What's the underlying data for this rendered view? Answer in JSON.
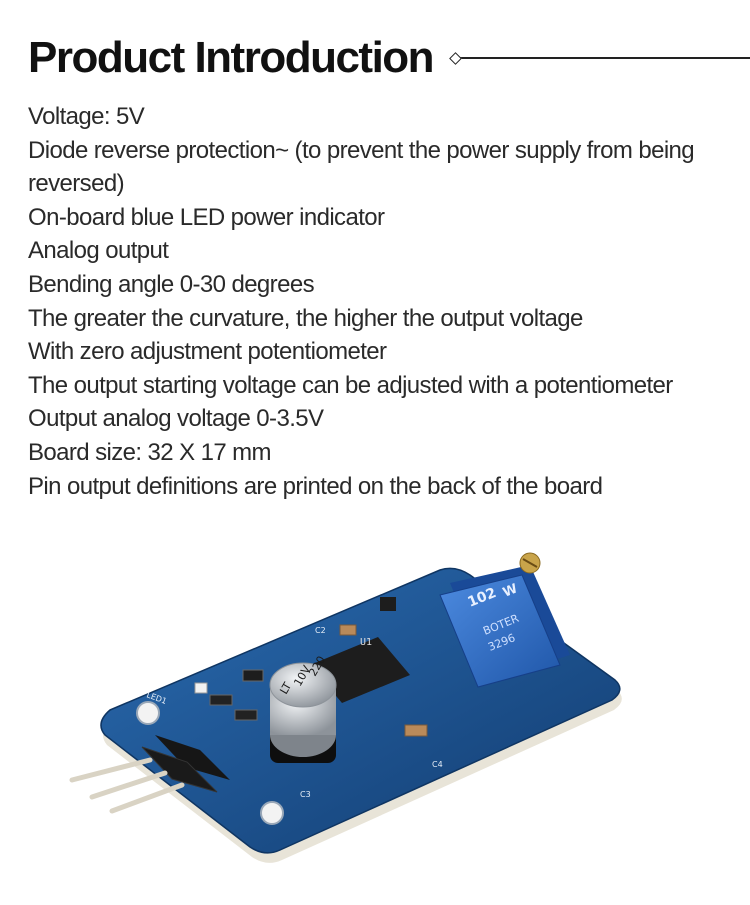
{
  "header": {
    "title": "Product Introduction"
  },
  "specs": [
    "Voltage: 5V",
    "Diode reverse protection~ (to prevent the power supply from being reversed)",
    "On-board blue LED power indicator",
    "Analog output",
    "Bending angle 0-30 degrees",
    "The greater the curvature, the higher the output voltage",
    "With zero adjustment potentiometer",
    "The output starting voltage can be adjusted with a potentiometer",
    "Output analog voltage 0-3.5V",
    "Board size: 32 X 17 mm",
    "Pin output definitions are printed on the back of the board"
  ],
  "board_markings": {
    "capacitor_top": "220",
    "capacitor_mid": "10V",
    "capacitor_bottom": "LT",
    "potentiometer_code": "102",
    "potentiometer_brand": "BOTER",
    "potentiometer_model": "3296",
    "potentiometer_pin": "W",
    "label_c2": "C2",
    "label_c3": "C3",
    "label_c4": "C4",
    "label_u1": "U1",
    "label_led": "LED1"
  },
  "colors": {
    "pcb_blue": "#1a4f8e",
    "potentiometer_blue": "#2d6cc9",
    "capacitor_silver": "#c9cdd2",
    "pin_gold": "#d9d3c4"
  }
}
